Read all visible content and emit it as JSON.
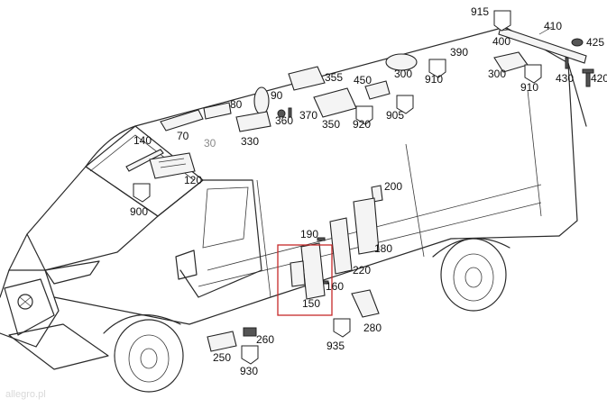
{
  "diagram": {
    "callouts": [
      {
        "id": "c915",
        "text": "915"
      },
      {
        "id": "c410",
        "text": "410"
      },
      {
        "id": "c400",
        "text": "400"
      },
      {
        "id": "c425",
        "text": "425"
      },
      {
        "id": "c390",
        "text": "390"
      },
      {
        "id": "c300a",
        "text": "300"
      },
      {
        "id": "c910a",
        "text": "910"
      },
      {
        "id": "c300b",
        "text": "300"
      },
      {
        "id": "c910b",
        "text": "910"
      },
      {
        "id": "c430",
        "text": "430"
      },
      {
        "id": "c420",
        "text": "420"
      },
      {
        "id": "c355",
        "text": "355"
      },
      {
        "id": "c450",
        "text": "450"
      },
      {
        "id": "c80",
        "text": "80"
      },
      {
        "id": "c90",
        "text": "90"
      },
      {
        "id": "c360",
        "text": "360"
      },
      {
        "id": "c370",
        "text": "370"
      },
      {
        "id": "c350",
        "text": "350"
      },
      {
        "id": "c920",
        "text": "920"
      },
      {
        "id": "c905",
        "text": "905"
      },
      {
        "id": "c70",
        "text": "70"
      },
      {
        "id": "c330",
        "text": "330"
      },
      {
        "id": "c140",
        "text": "140"
      },
      {
        "id": "c120",
        "text": "120"
      },
      {
        "id": "c900",
        "text": "900"
      },
      {
        "id": "c200",
        "text": "200"
      },
      {
        "id": "c190",
        "text": "190"
      },
      {
        "id": "c180",
        "text": "180"
      },
      {
        "id": "c220",
        "text": "220"
      },
      {
        "id": "c160",
        "text": "160"
      },
      {
        "id": "c150",
        "text": "150"
      },
      {
        "id": "c280",
        "text": "280"
      },
      {
        "id": "c935",
        "text": "935"
      },
      {
        "id": "c260",
        "text": "260"
      },
      {
        "id": "c250",
        "text": "250"
      },
      {
        "id": "c930",
        "text": "930"
      }
    ],
    "callout_grey": {
      "text": "30"
    },
    "highlight_part": "150",
    "watermark": "allegro.pl"
  }
}
